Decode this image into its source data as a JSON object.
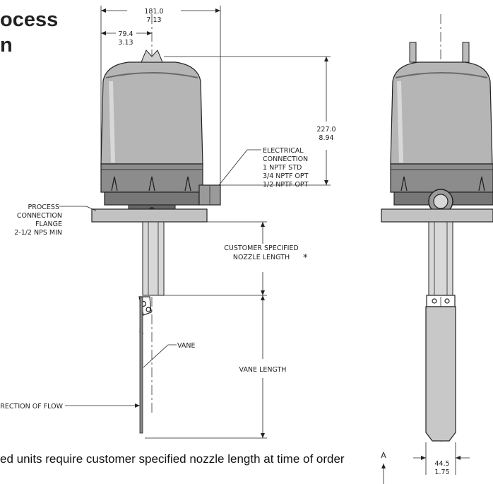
{
  "header": {
    "title_line1": "ocess",
    "title_line2": "n"
  },
  "dims": {
    "overall_width_mm": "181.0",
    "overall_width_in": "7.13",
    "offset_mm": "79.4",
    "offset_in": "3.13",
    "height_mm": "227.0",
    "height_in": "8.94",
    "vane_width_mm": "44.5",
    "vane_width_in": "1.75"
  },
  "labels": {
    "electrical": [
      "ELECTRICAL",
      "CONNECTION",
      "1 NPTF STD",
      "3/4 NPTF OPT",
      "1/2 NPTF OPT"
    ],
    "process": [
      "PROCESS",
      "CONNECTION",
      "FLANGE",
      "2-1/2 NPS MIN"
    ],
    "nozzle": [
      "CUSTOMER SPECIFIED",
      "NOZZLE LENGTH"
    ],
    "asterisk": "*",
    "vane": "VANE",
    "vane_length": "VANE LENGTH",
    "flow": "DIRECTION OF FLOW",
    "section_mark": "A"
  },
  "footnote": "ed units require customer specified nozzle length at time of order"
}
